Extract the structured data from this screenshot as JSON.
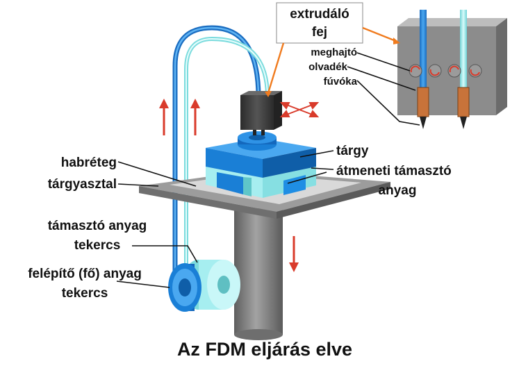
{
  "title": "Az FDM eljárás elve",
  "labels": {
    "extruder_head_line1": "extrudáló",
    "extruder_head_line2": "fej",
    "drive": "meghajtó",
    "melt": "olvadék",
    "nozzle": "fúvóka",
    "object": "tárgy",
    "temp_support_line1": "átmeneti támasztó",
    "temp_support_line2": "anyag",
    "foam_layer": "habréteg",
    "build_table": "tárgyasztal",
    "support_spool_line1": "támasztó anyag",
    "support_spool_line2": "tekercs",
    "build_spool_line1": "felépítő (fő) anyag",
    "build_spool_line2": "tekercs"
  },
  "colors": {
    "build_material": "#1a7fd6",
    "build_material_dark": "#0f5ea8",
    "support_material": "#a6eef0",
    "platform": "#8a8a8a",
    "column": "#7e7e7e",
    "head": "#3a3a3a",
    "motion_arrow": "#d93b2b",
    "leader_accent": "#f07b1e",
    "nozzle_tip": "#c8733a",
    "inset_bg": "#8c8c8c"
  },
  "icons": [
    "up-arrow-icon",
    "down-arrow-icon",
    "xy-motion-arrows-icon",
    "rotation-arrow-icon"
  ]
}
